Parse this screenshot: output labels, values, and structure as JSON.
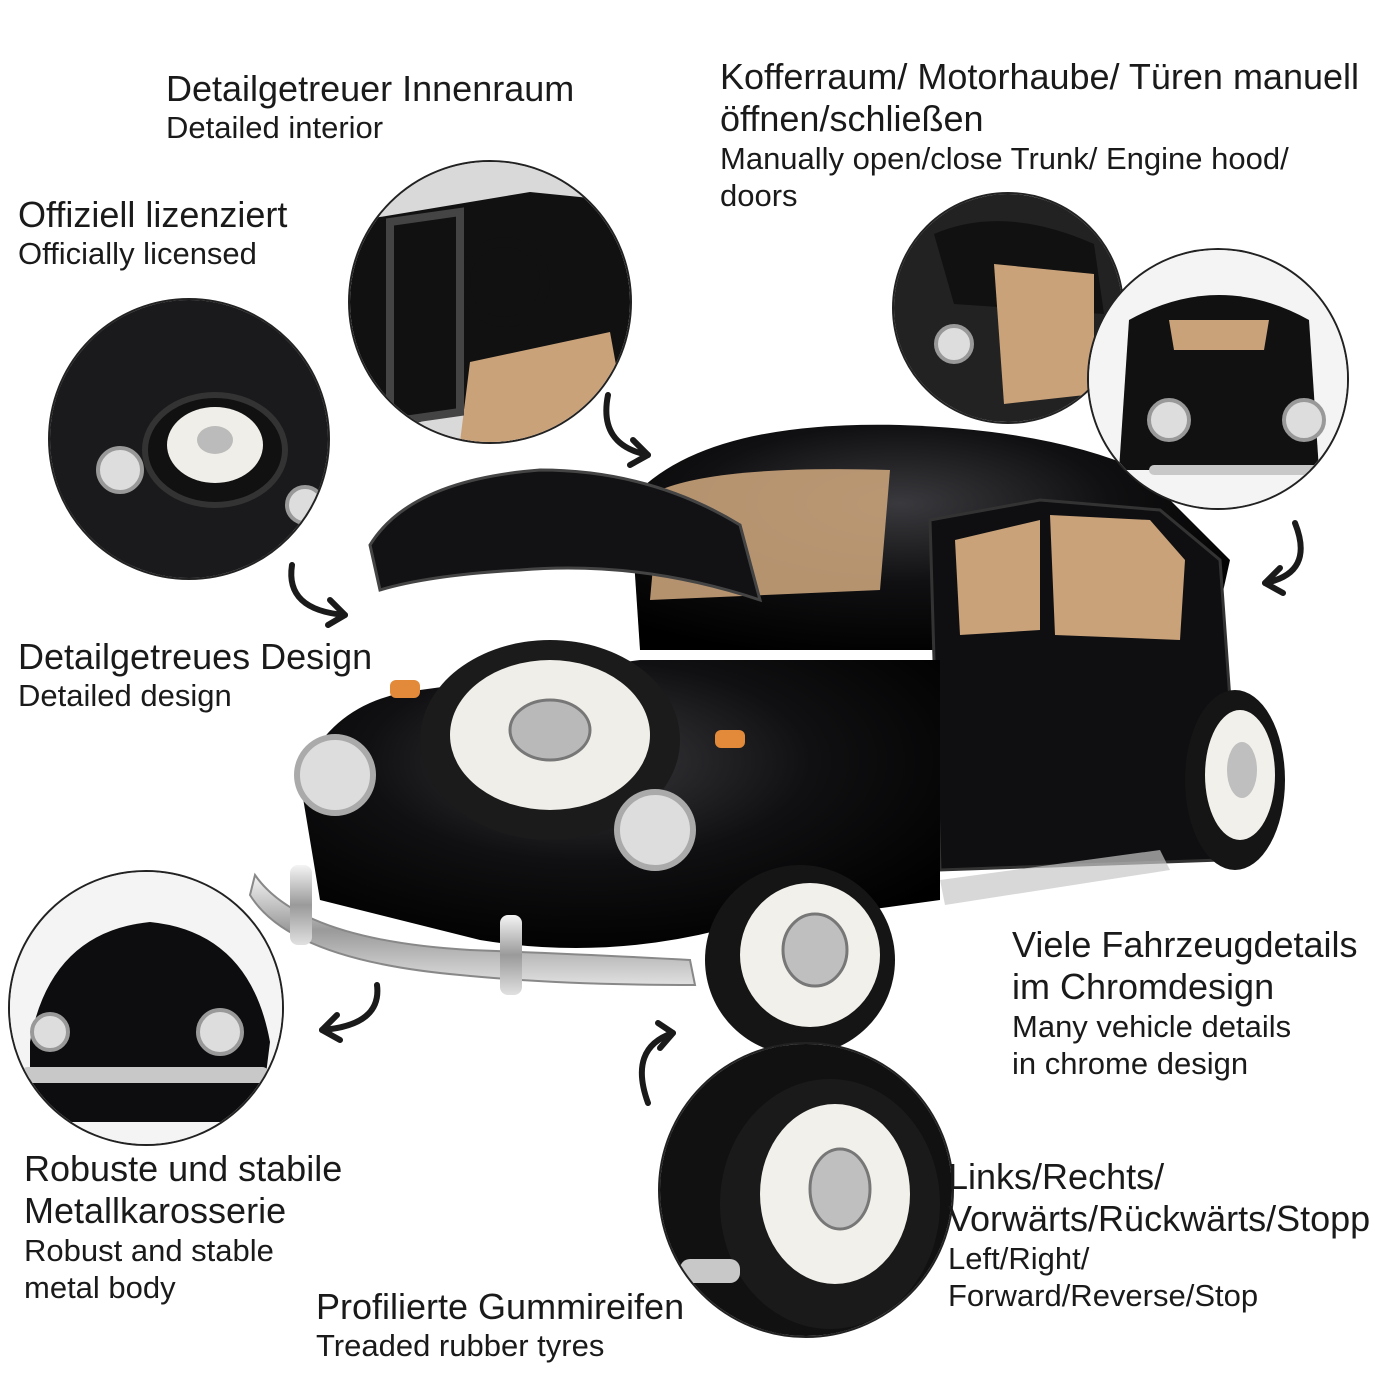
{
  "features": {
    "interior": {
      "de": "Detailgetreuer Innenraum",
      "en": "Detailed interior"
    },
    "openings": {
      "de": "Kofferraum/ Motorhaube/ Türen manuell\nöffnen/schließen",
      "en": "Manually open/close Trunk/ Engine hood/\ndoors"
    },
    "licensed": {
      "de": "Offiziell lizenziert",
      "en": "Officially licensed"
    },
    "design": {
      "de": "Detailgetreues Design",
      "en": "Detailed design"
    },
    "chrome": {
      "de": "Viele Fahrzeugdetails\nim Chromdesign",
      "en": "Many vehicle details\nin chrome design"
    },
    "body": {
      "de": "Robuste und stabile\nMetallkarosserie",
      "en": "Robust and stable\nmetal body"
    },
    "controls": {
      "de": "Links/Rechts/\nVorwärts/Rückwärts/Stopp",
      "en": "Left/Right/\nForward/Reverse/Stop"
    },
    "tyres": {
      "de": "Profilierte Gummireifen",
      "en": "Treaded rubber tyres"
    }
  },
  "colors": {
    "car_body": "#0c0c0e",
    "interior_tan": "#c9a27a",
    "chrome": "#c8c8c8",
    "wheel_rim": "#f2f0ea"
  },
  "icons": [
    "curved-arrow-icon"
  ]
}
